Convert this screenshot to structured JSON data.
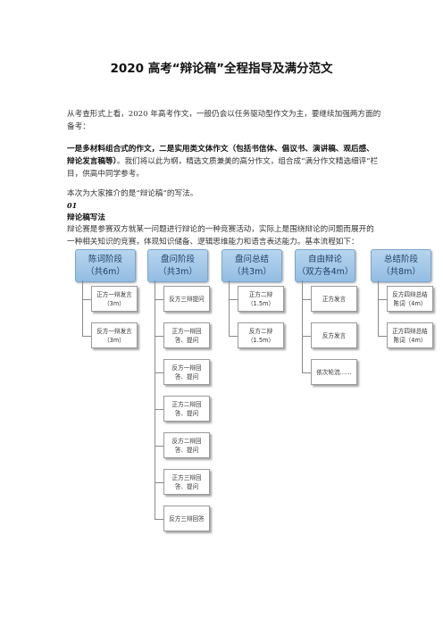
{
  "title": "2020 高考“辩论稿”全程指导及满分范文",
  "p1": "从考查形式上看，2020 年高考作文，一般仍会以任务驱动型作文为主，要继续加强两方面的备考：",
  "p2_bold": "一是多材料组合式的作文，二是实用类文体作文（包括书信体、倡议书、演讲稿、观后感、辩论发言稿等）",
  "p2_rest": "。我们将以此为纲，精选文质兼美的高分作文，组合成“满分作文精选细评”栏目，供高中同学参考。",
  "p3": "本次为大家推介的是“辩论稿”的写法。",
  "section_no": "01",
  "section_title": "辩论稿写法",
  "p4": "辩论赛是参赛双方就某一问题进行辩论的一种竞赛活动，实际上是围绕辩论的问题而展开的一种相关知识的竞赛，体现知识储备、逻辑思维能力和语言表达能力。基本流程如下：",
  "flow": {
    "stages": [
      {
        "name": "陈词阶段",
        "time": "（共6m）",
        "items": [
          "正方一辩发言（3m）",
          "反方一辩发言（3m）"
        ]
      },
      {
        "name": "盘问阶段",
        "time": "（共3m）",
        "items": [
          "反方三辩提问",
          "正方一辩回答、提问",
          "反方一辩回答、提问",
          "正方二辩回答、提问",
          "反方二辩回答、提问",
          "正方三辩回答、提问",
          "反方三辩回答"
        ]
      },
      {
        "name": "盘问总结",
        "time": "（共3m）",
        "items": [
          "正方二辩（1.5m）",
          "反方二辩（1.5m）"
        ]
      },
      {
        "name": "自由辩论",
        "time": "（双方各4m）",
        "items": [
          "正方发言",
          "反方发言",
          "依次轮流……"
        ]
      },
      {
        "name": "总结阶段",
        "time": "（共8m）",
        "items": [
          "反方四辩总结陈词（4m）",
          "正方四辩总结陈词（4m）"
        ]
      }
    ]
  }
}
